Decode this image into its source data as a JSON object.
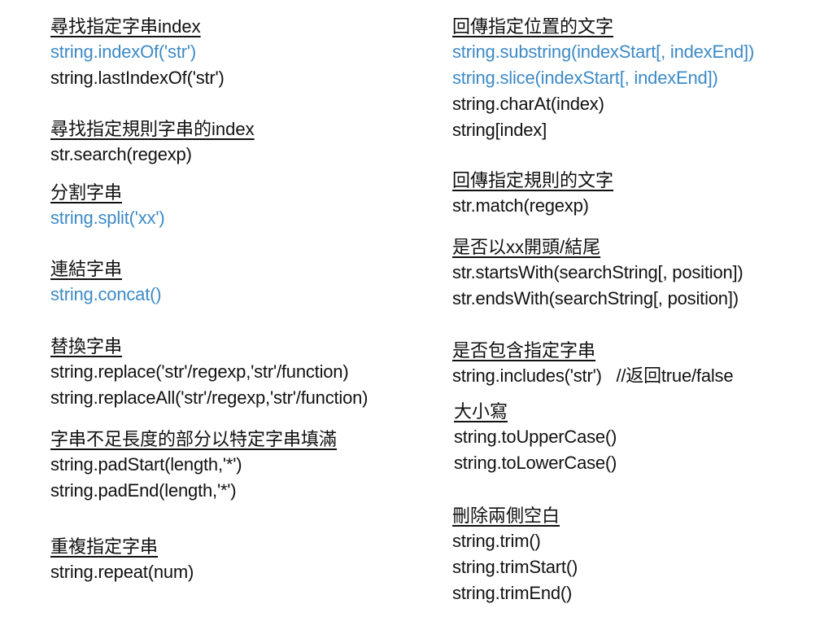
{
  "colors": {
    "text": "#111111",
    "highlight": "#3d8ac6"
  },
  "left": [
    {
      "title": "尋找指定字串index",
      "lines": [
        {
          "text": "string.indexOf('str')",
          "hl": true
        },
        {
          "text": "string.lastIndexOf('str')",
          "hl": false
        }
      ]
    },
    {
      "title": "尋找指定規則字串的index",
      "lines": [
        {
          "text": "str.search(regexp)",
          "hl": false
        }
      ]
    },
    {
      "title": "分割字串",
      "lines": [
        {
          "text": "string.split('xx')",
          "hl": true
        }
      ]
    },
    {
      "title": "連結字串",
      "lines": [
        {
          "text": "string.concat()",
          "hl": true
        }
      ]
    },
    {
      "title": "替換字串",
      "lines": [
        {
          "text": "string.replace('str'/regexp,'str'/function)",
          "hl": false
        },
        {
          "text": "string.replaceAll('str'/regexp,'str'/function)",
          "hl": false
        }
      ]
    },
    {
      "title": "字串不足長度的部分以特定字串填滿",
      "lines": [
        {
          "text": "string.padStart(length,'*')",
          "hl": false
        },
        {
          "text": "string.padEnd(length,'*')",
          "hl": false
        }
      ]
    },
    {
      "title": "重複指定字串",
      "lines": [
        {
          "text": "string.repeat(num)",
          "hl": false
        }
      ]
    }
  ],
  "right": [
    {
      "title": "回傳指定位置的文字",
      "lines": [
        {
          "text": "string.substring(indexStart[, indexEnd])",
          "hl": true
        },
        {
          "text": "string.slice(indexStart[, indexEnd])",
          "hl": true
        },
        {
          "text": "string.charAt(index)",
          "hl": false
        },
        {
          "text": "string[index]",
          "hl": false
        }
      ]
    },
    {
      "title": "回傳指定規則的文字",
      "lines": [
        {
          "text": "str.match(regexp)",
          "hl": false
        }
      ]
    },
    {
      "title": "是否以xx開頭/結尾",
      "lines": [
        {
          "text": "str.startsWith(searchString[, position])",
          "hl": false
        },
        {
          "text": "str.endsWith(searchString[, position])",
          "hl": false
        }
      ]
    },
    {
      "title": "是否包含指定字串",
      "lines": [
        {
          "text": "string.includes('str')   //返回true/false",
          "hl": false
        }
      ]
    },
    {
      "title": "大小寫",
      "lines": [
        {
          "text": "string.toUpperCase()",
          "hl": false
        },
        {
          "text": "string.toLowerCase()",
          "hl": false
        }
      ]
    },
    {
      "title": "刪除兩側空白",
      "lines": [
        {
          "text": "string.trim()",
          "hl": false
        },
        {
          "text": "string.trimStart()",
          "hl": false
        },
        {
          "text": "string.trimEnd()",
          "hl": false
        }
      ]
    }
  ]
}
